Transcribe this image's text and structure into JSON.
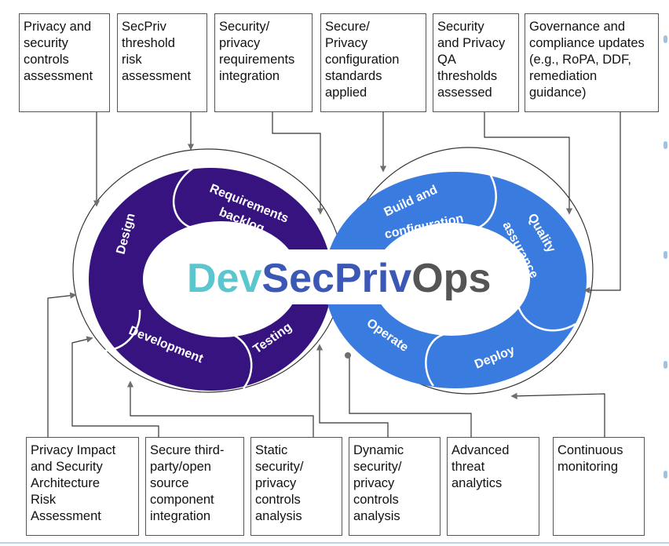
{
  "title": {
    "dev": "Dev",
    "sec": "Sec",
    "priv": "Priv",
    "ops": "Ops"
  },
  "colors": {
    "dev": "#5cc6cf",
    "sec": "#3b58b6",
    "priv": "#3b58b6",
    "ops": "#555555",
    "left_loop": "#36137f",
    "right_loop": "#3a7be0"
  },
  "top_boxes": [
    "Privacy and\nsecurity\ncontrols\nassessment",
    "SecPriv\nthreshold\nrisk\nassessment",
    "Security/\nprivacy\nrequirements\nintegration",
    "Secure/\nPrivacy\nconfiguration\nstandards\napplied",
    "Security\nand Privacy\nQA\nthresholds\nassessed",
    "Governance and\ncompliance updates\n(e.g., RoPA, DDF,\nremediation\nguidance)"
  ],
  "bottom_boxes": [
    "Privacy Impact\nand Security\nArchitecture\nRisk\nAssessment",
    "Secure third-\nparty/open\nsource\ncomponent\nintegration",
    "Static\nsecurity/\nprivacy\ncontrols\nanalysis",
    "Dynamic\nsecurity/\nprivacy\ncontrols\nanalysis",
    "Advanced\nthreat\nanalytics",
    "Continuous\nmonitoring"
  ],
  "stages": {
    "design": "Design",
    "requirements_1": "Requirements",
    "requirements_2": "backlog",
    "development": "Development",
    "testing": "Testing",
    "build_1": "Build and",
    "build_2": "configuration",
    "qa_1": "Quality",
    "qa_2": "assurance",
    "operate": "Operate",
    "deploy": "Deploy"
  }
}
